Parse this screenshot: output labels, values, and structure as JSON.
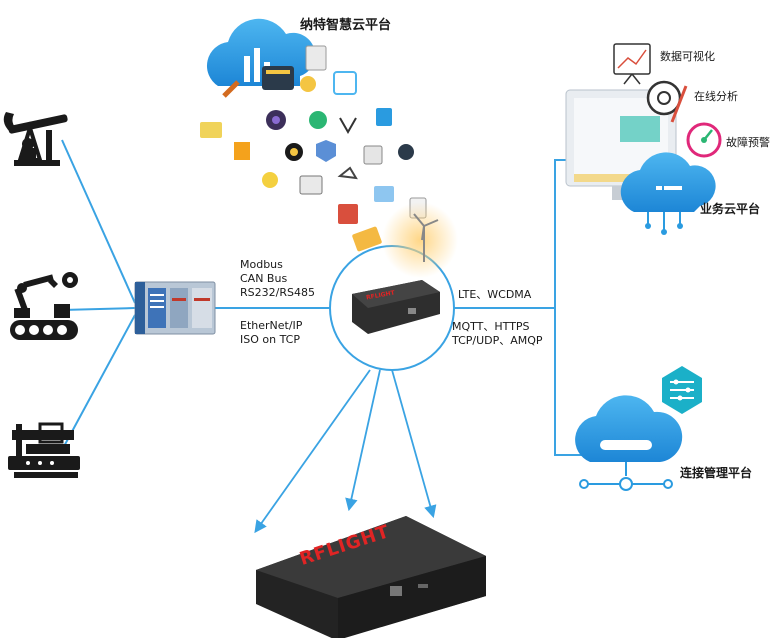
{
  "cloud_platform": {
    "title": "纳特智慧云平台"
  },
  "business_platform": {
    "title": "业务云平台",
    "features": [
      "数据可视化",
      "在线分析",
      "故障预警"
    ]
  },
  "connection_platform": {
    "title": "连接管理平台"
  },
  "protocols_left": {
    "serial": [
      "Modbus",
      "CAN Bus",
      "RS232/RS485"
    ],
    "ethernet": [
      "EtherNet/IP",
      "ISO on TCP"
    ]
  },
  "protocols_right": {
    "cellular": "LTE、WCDMA",
    "iot": [
      "MQTT、HTTPS",
      "TCP/UDP、AMQP"
    ]
  },
  "gateway": {
    "brand": "RFLIGHT"
  },
  "icons": {
    "devices": [
      "oil-pump-icon",
      "robot-arm-conveyor-icon",
      "cnc-machine-icon"
    ],
    "plc": "plc-controller-icon",
    "accent": "#2a9be0",
    "brand_red": "#e02424"
  }
}
